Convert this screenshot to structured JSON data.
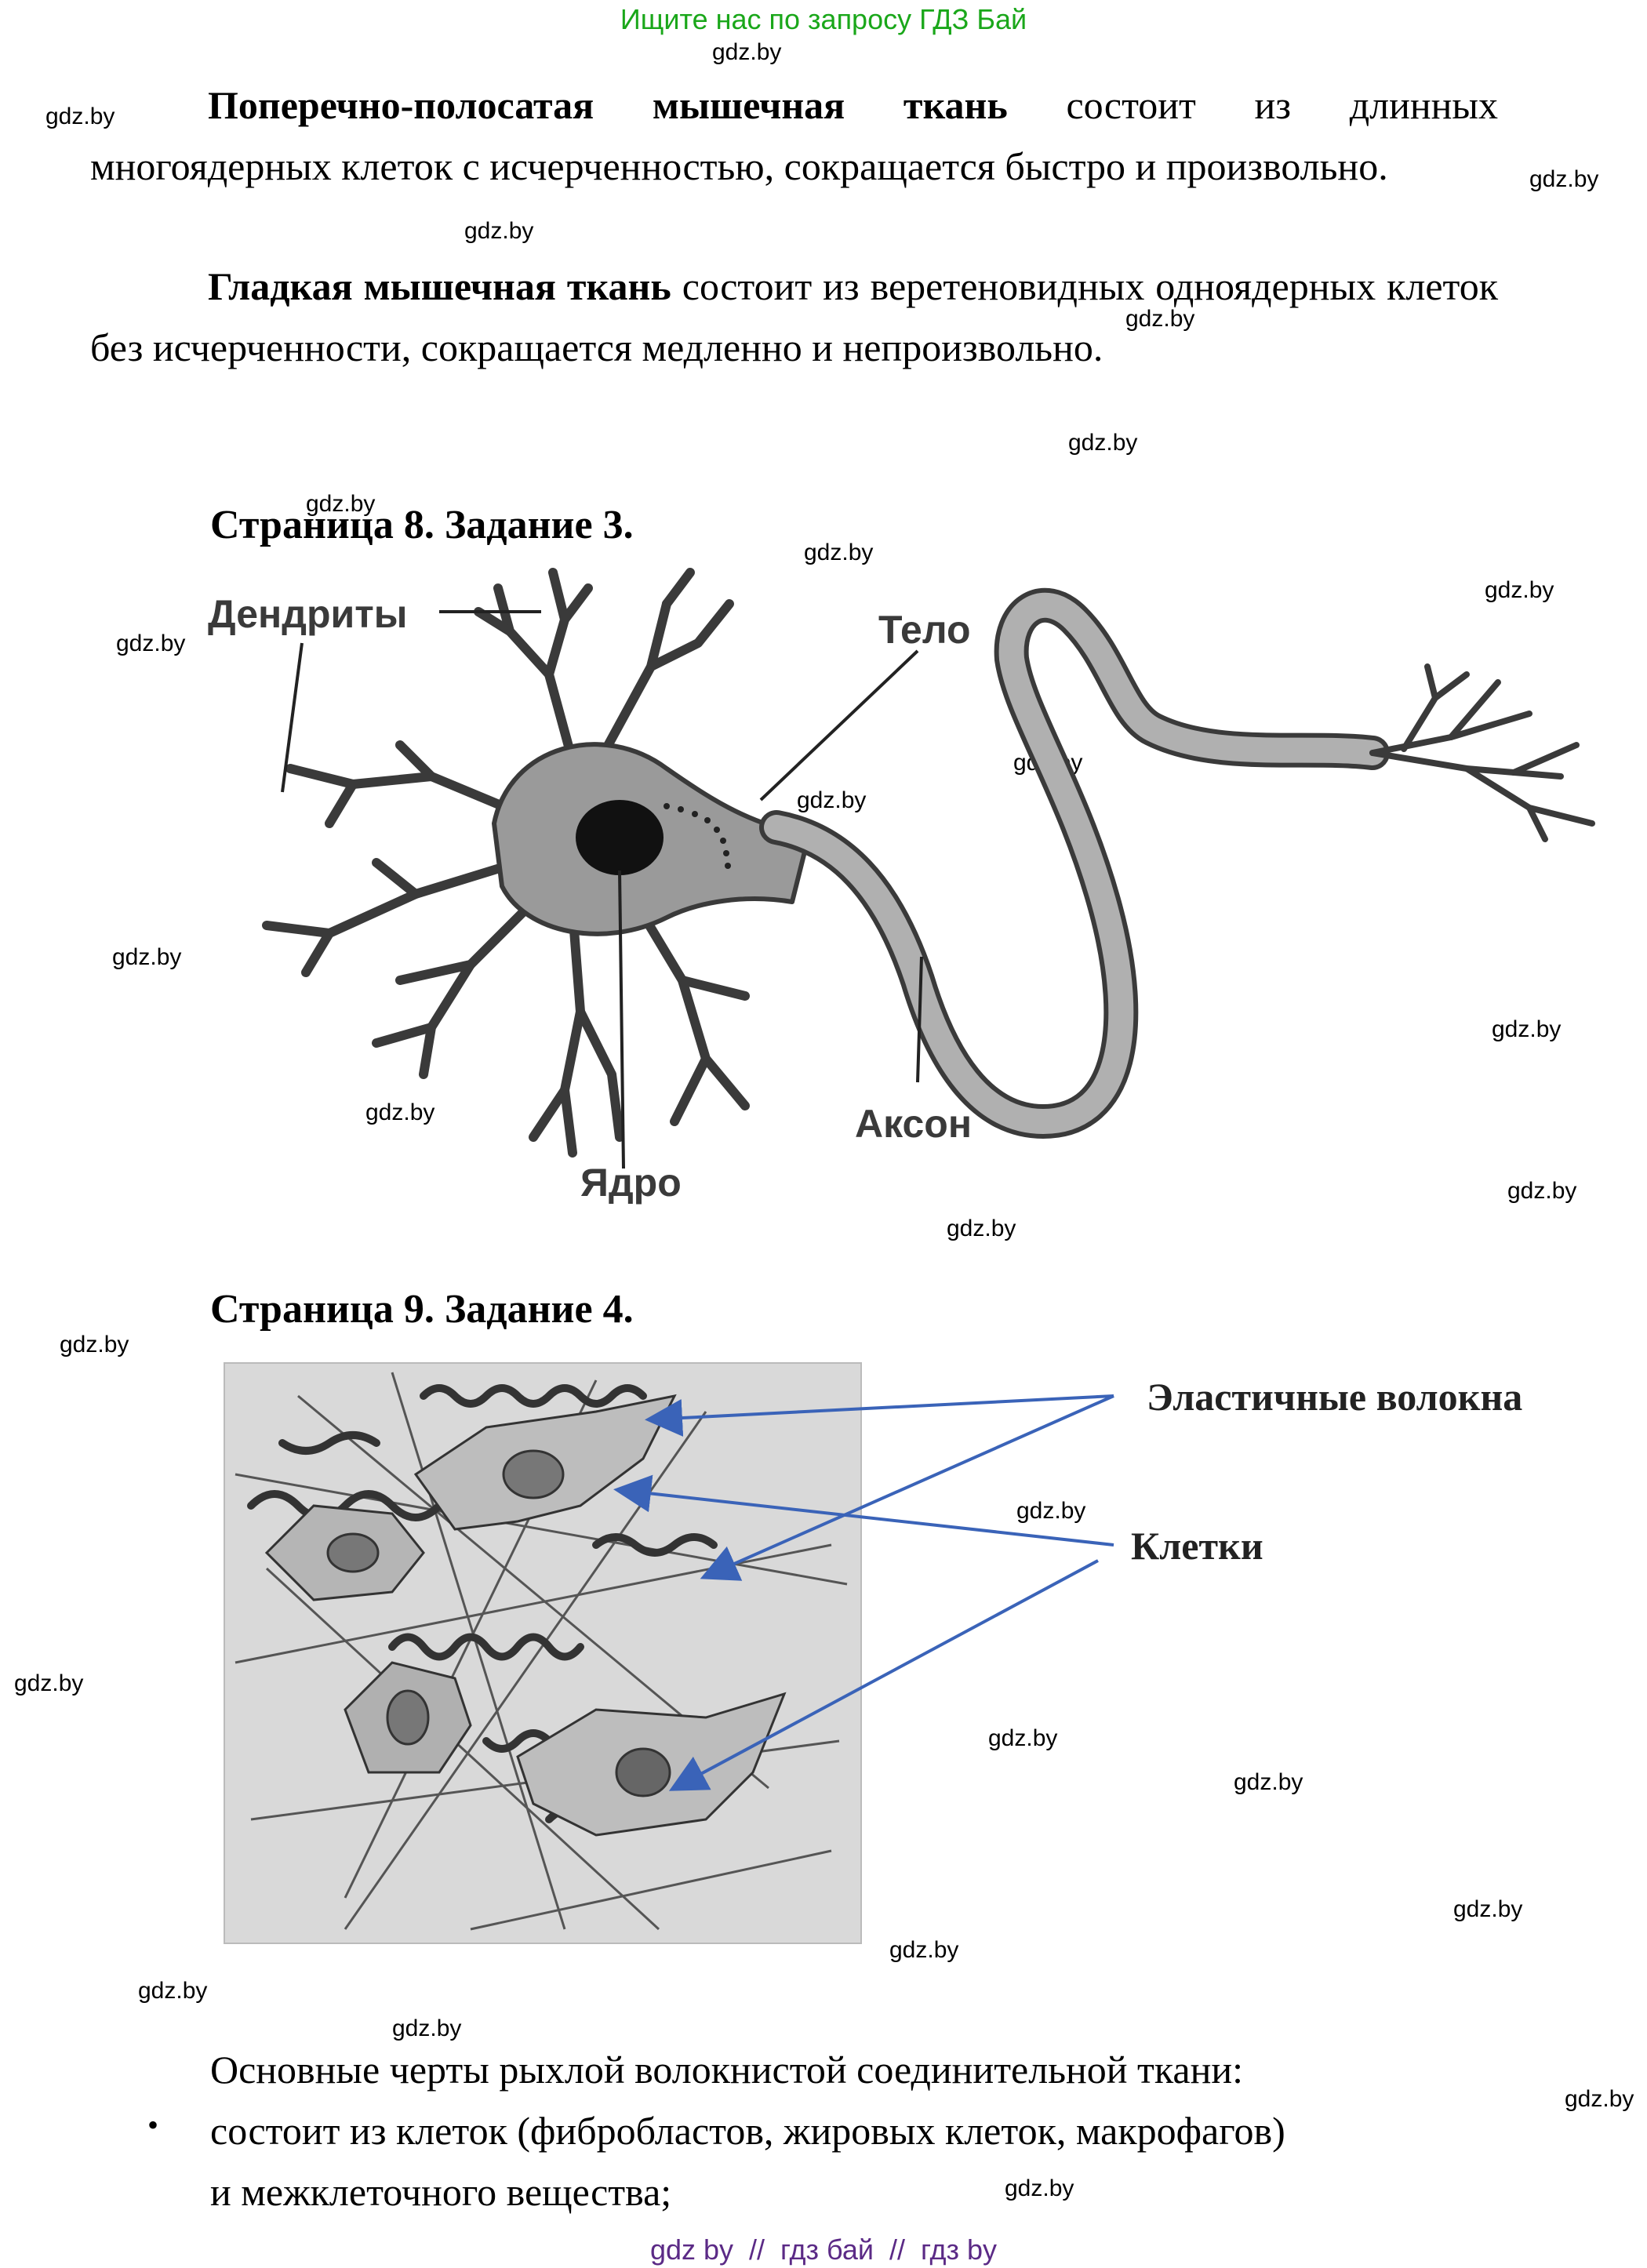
{
  "banner": "Ищите нас по запросу ГДЗ Бай",
  "watermark": "gdz.by",
  "paragraph1": {
    "bold": "Поперечно-полосатая мышечная ткань",
    "text": " состоит из длинных многоядерных клеток с исчерченностью, сокращается быстро и произвольно."
  },
  "paragraph2": {
    "bold": "Гладкая мышечная ткань",
    "text": " состоит из веретеновидных одноядерных клеток без исчерченности, сокращается медленно и непроизвольно."
  },
  "heading1": "Страница 8. Задание 3.",
  "neuron_labels": {
    "dendrites": "Дендриты",
    "body": "Тело",
    "axon": "Аксон",
    "nucleus": "Ядро"
  },
  "heading2": "Страница 9. Задание 4.",
  "tissue_labels": {
    "fibers": "Эластичные волокна",
    "cells": "Клетки"
  },
  "features_title": "Основные черты рыхлой волокнистой соединительной ткани:",
  "bullet1": {
    "line1": "состоит из клеток (фибробластов, жировых клеток, макрофагов)",
    "line2": "и межклеточного вещества;"
  },
  "footer": "gdz by  //  гдз бай  //  гдз by",
  "colors": {
    "banner": "#1aa71a",
    "footer": "#5b2a86",
    "arrow": "#3a63b8"
  }
}
